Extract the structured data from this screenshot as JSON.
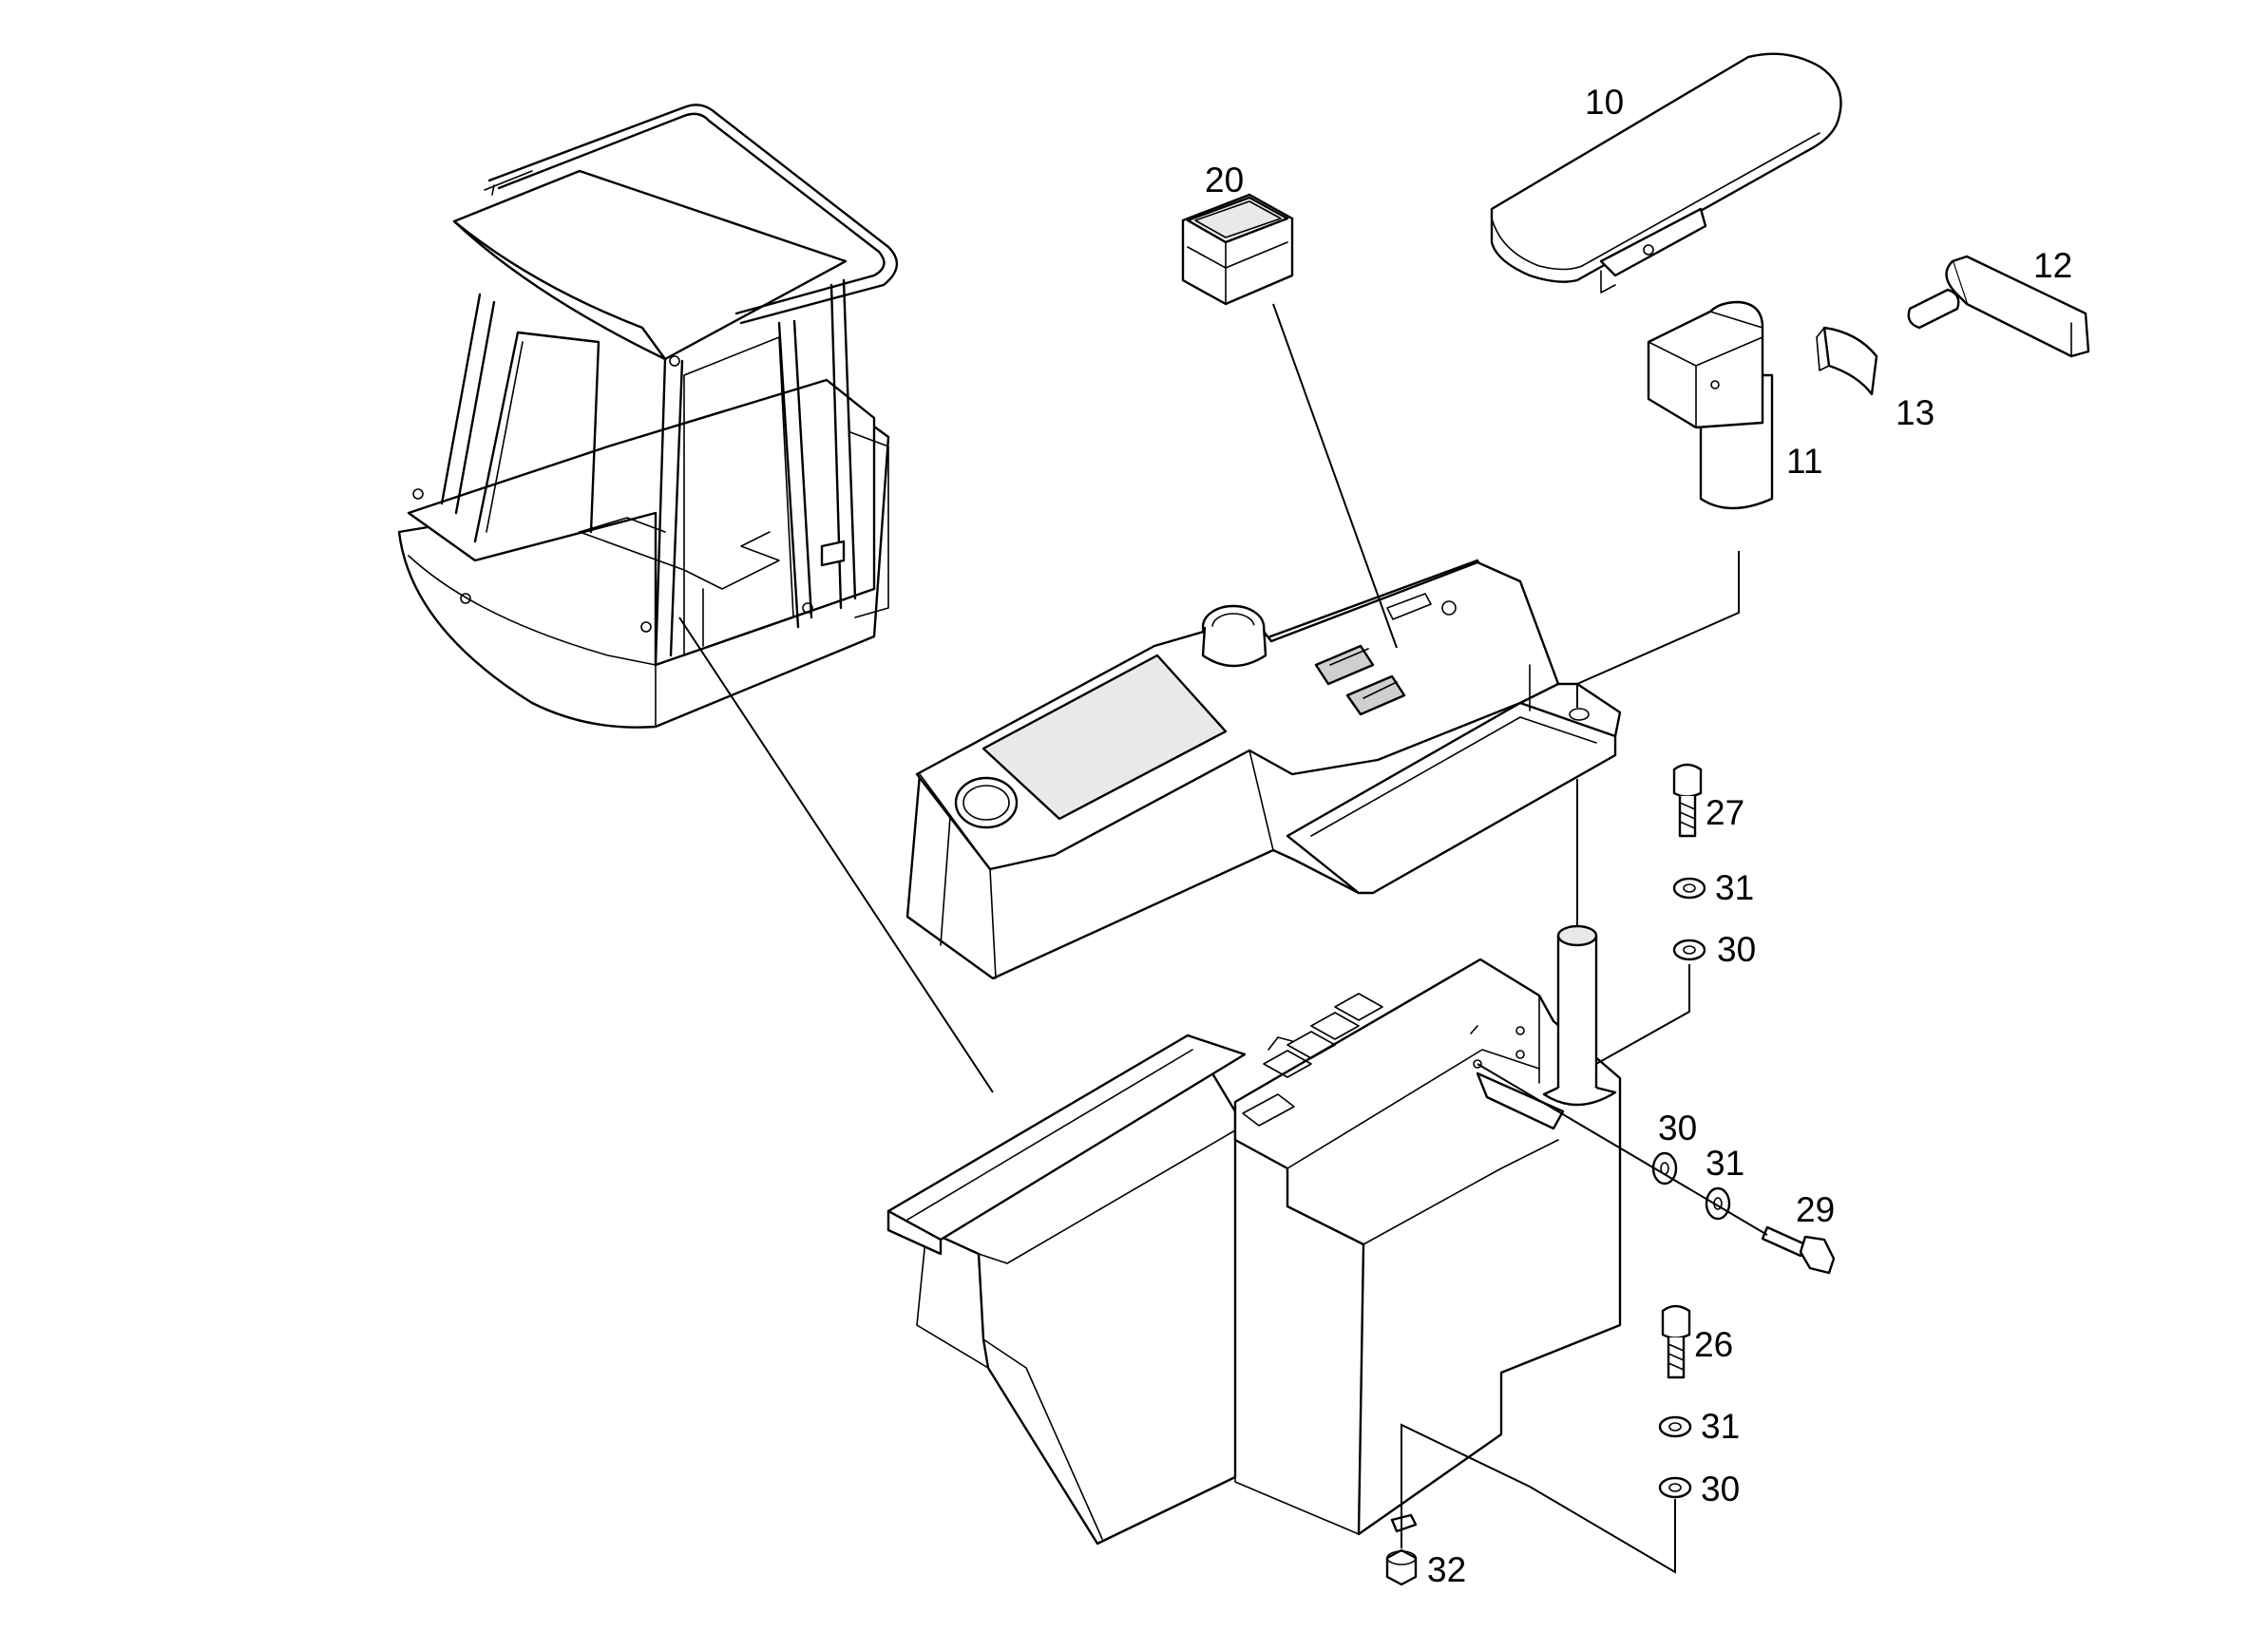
{
  "callouts": [
    {
      "id": "c10",
      "text": "10"
    },
    {
      "id": "c11",
      "text": "11"
    },
    {
      "id": "c12",
      "text": "12"
    },
    {
      "id": "c13",
      "text": "13"
    },
    {
      "id": "c20",
      "text": "20"
    },
    {
      "id": "c26",
      "text": "26"
    },
    {
      "id": "c27",
      "text": "27"
    },
    {
      "id": "c29",
      "text": "29"
    },
    {
      "id": "c30a",
      "text": "30"
    },
    {
      "id": "c30b",
      "text": "30"
    },
    {
      "id": "c30c",
      "text": "30"
    },
    {
      "id": "c31a",
      "text": "31"
    },
    {
      "id": "c31b",
      "text": "31"
    },
    {
      "id": "c31c",
      "text": "31"
    },
    {
      "id": "c32",
      "text": "32"
    }
  ]
}
